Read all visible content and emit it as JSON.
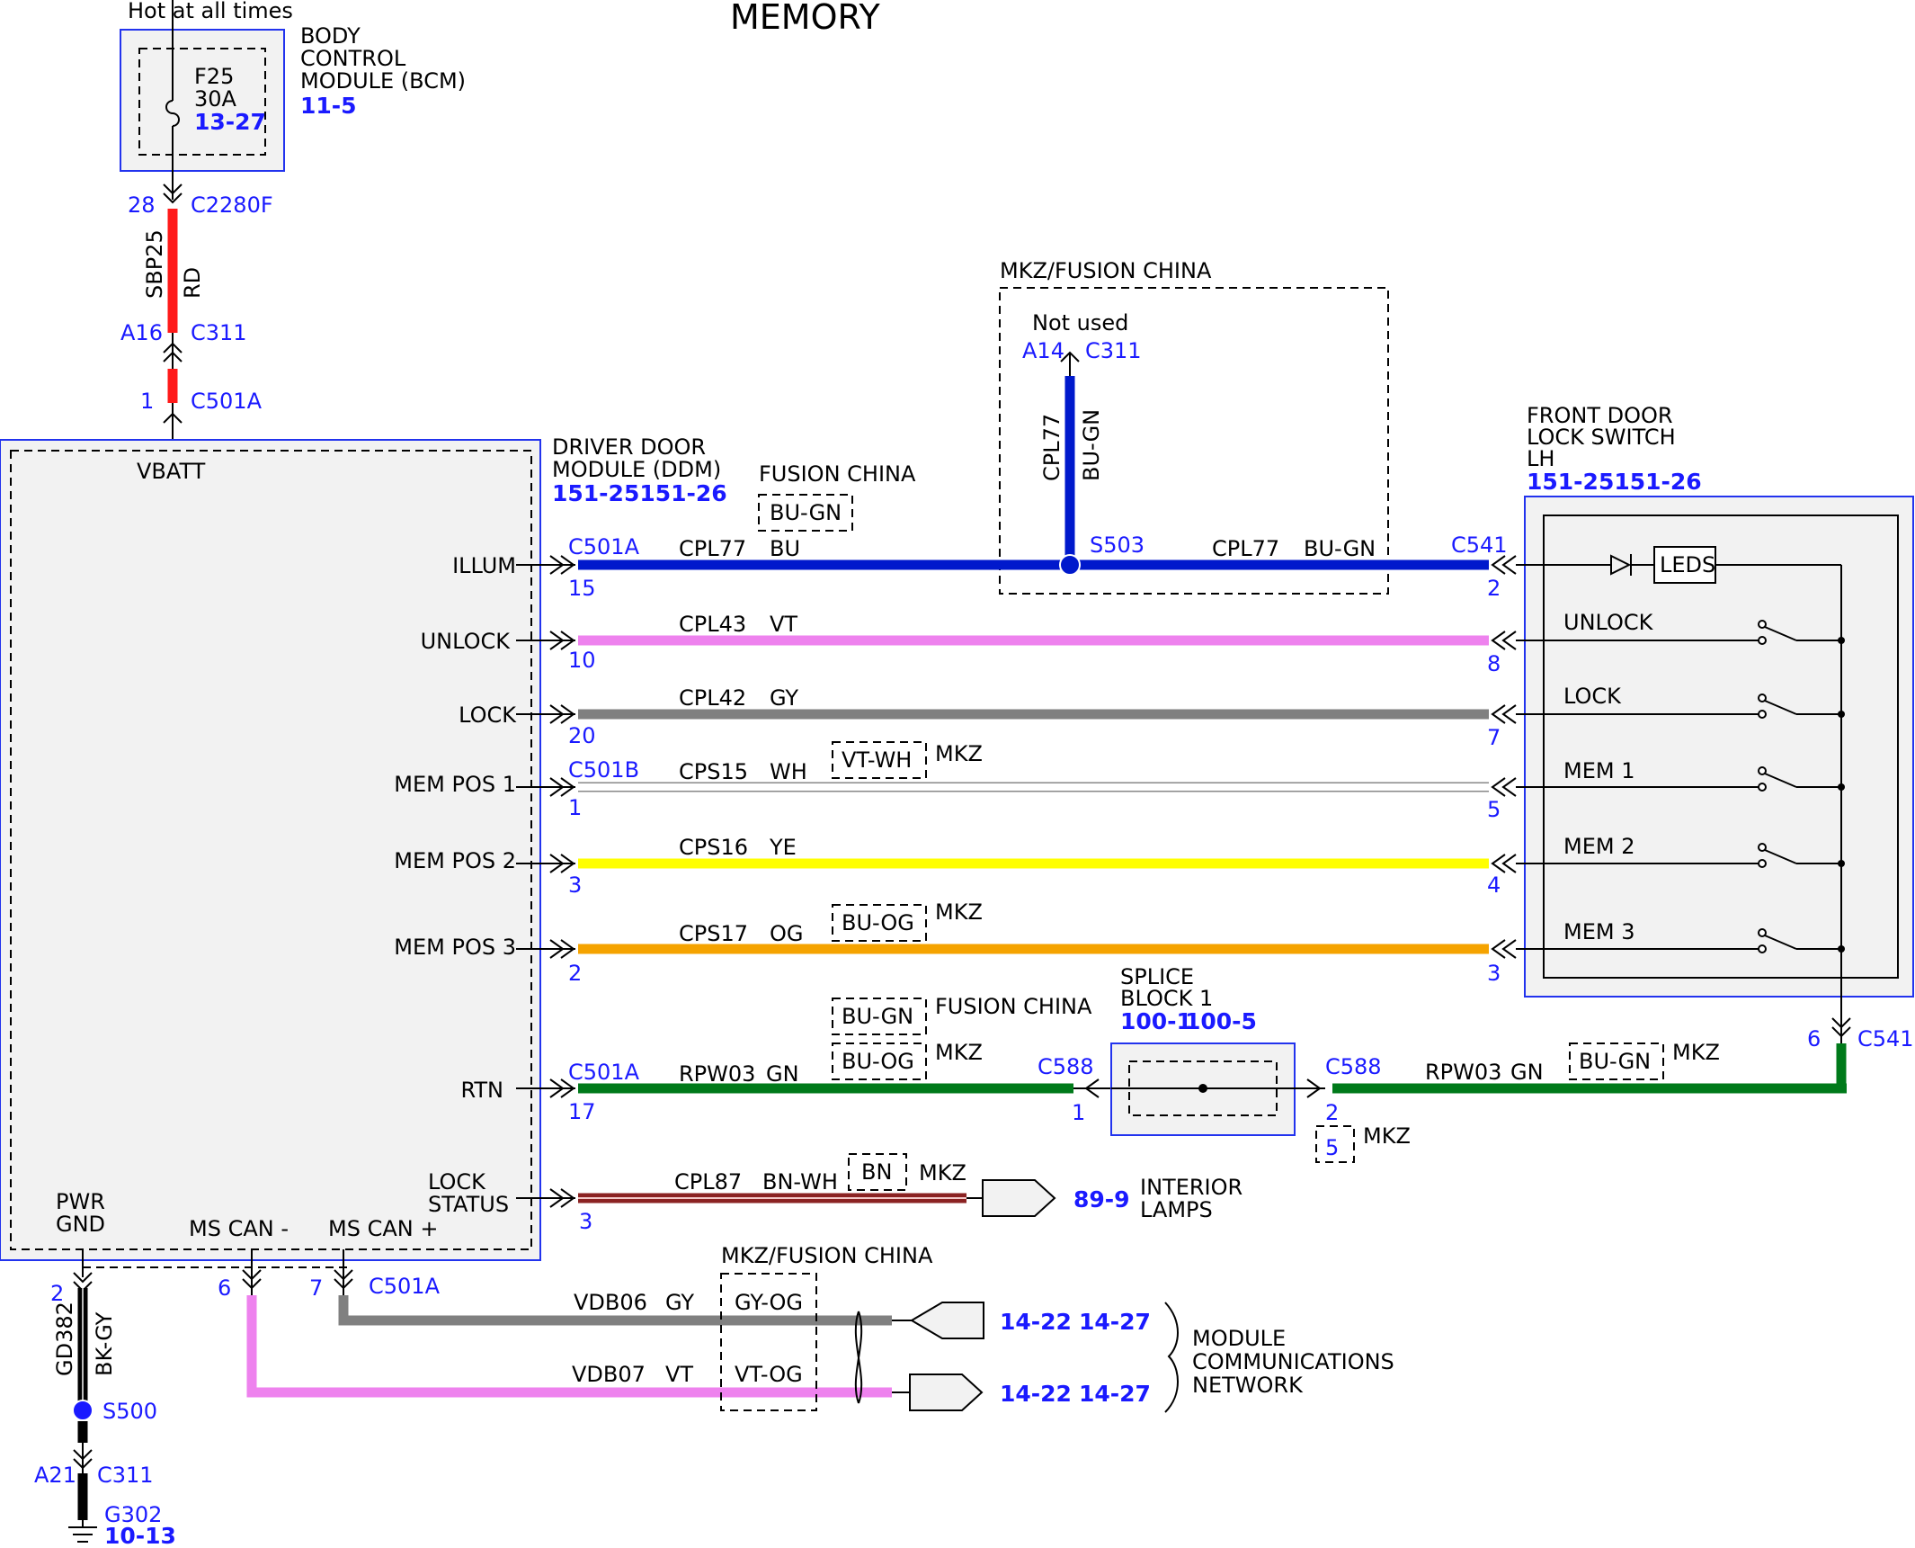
{
  "title": "MEMORY",
  "power_source": {
    "hot_label": "Hot at all times",
    "fuse": "F25",
    "fuse_rating": "30A",
    "fuse_ref": "13-27",
    "module_lines": [
      "BODY",
      "CONTROL",
      "MODULE (BCM)"
    ],
    "module_ref": "11-5"
  },
  "feed": {
    "pin_c2280f": "28",
    "conn_c2280f": "C2280F",
    "circuit": "SBP25",
    "color": "RD",
    "pin_c311": "A16",
    "conn_c311": "C311",
    "pin_c501a": "1",
    "conn_c501a": "C501A",
    "vbatt": "VBATT"
  },
  "ddm": {
    "name_lines": [
      "DRIVER DOOR",
      "MODULE (DDM)"
    ],
    "ref": "151-25151-26",
    "pins": [
      "ILLUM",
      "UNLOCK",
      "LOCK",
      "MEM POS 1",
      "MEM POS 2",
      "MEM POS 3",
      "RTN"
    ],
    "lock_status": [
      "LOCK",
      "STATUS"
    ],
    "pwr_gnd": [
      "PWR",
      "GND"
    ],
    "ms_can_minus": "MS CAN -",
    "ms_can_plus": "MS CAN +"
  },
  "variants": {
    "mkz_fusion_china": "MKZ/FUSION CHINA",
    "fusion_china": "FUSION CHINA",
    "mkz": "MKZ",
    "not_used": "Not used"
  },
  "illum_wire": {
    "conn_left": "C501A",
    "pin_left": "15",
    "circuit": "CPL77",
    "color": "BU",
    "alt_color": "BU-GN",
    "splice": "S503",
    "circuit_right": "CPL77",
    "color_right": "BU-GN",
    "conn_right": "C541",
    "pin_right": "2",
    "branch_pin": "A14",
    "branch_conn": "C311",
    "branch_circuit": "CPL77",
    "branch_color": "BU-GN"
  },
  "wires": [
    {
      "circuit": "CPL43",
      "color": "VT",
      "pin_left": "10",
      "pin_right": "8",
      "stroke": "#ee82ee"
    },
    {
      "circuit": "CPL42",
      "color": "GY",
      "pin_left": "20",
      "pin_right": "7",
      "stroke": "#808080"
    },
    {
      "circuit": "CPS15",
      "color": "WH",
      "pin_left": "1",
      "pin_right": "5",
      "stroke": "#ffffff",
      "conn_left": "C501B",
      "alt": "VT-WH"
    },
    {
      "circuit": "CPS16",
      "color": "YE",
      "pin_left": "3",
      "pin_right": "4",
      "stroke": "#ffff00"
    },
    {
      "circuit": "CPS17",
      "color": "OG",
      "pin_left": "2",
      "pin_right": "3",
      "stroke": "#f5a300",
      "alt": "BU-OG"
    }
  ],
  "rtn_wire": {
    "conn_left": "C501A",
    "pin_left": "17",
    "circuit": "RPW03",
    "color": "GN",
    "alt1": "BU-GN",
    "alt2": "BU-OG",
    "conn_mid_left": "C588",
    "pin_mid_left": "1",
    "conn_mid_right": "C588",
    "pin_mid_right": "2",
    "pin_mkz": "5",
    "circuit_right": "RPW03",
    "color_right": "GN",
    "alt_right": "BU-GN",
    "conn_right": "C541",
    "pin_right": "6"
  },
  "splice_block": {
    "lines": [
      "SPLICE",
      "BLOCK 1"
    ],
    "ref1": "100-1",
    "ref2": "100-5"
  },
  "lock_status_wire": {
    "pin": "3",
    "circuit": "CPL87",
    "color": "BN-WH",
    "alt": "BN",
    "ref": "89-9",
    "dest_lines": [
      "INTERIOR",
      "LAMPS"
    ]
  },
  "switch": {
    "name_lines": [
      "FRONT DOOR",
      "LOCK SWITCH",
      "LH"
    ],
    "ref": "151-25151-26",
    "leds": "LEDS",
    "positions": [
      "UNLOCK",
      "LOCK",
      "MEM 1",
      "MEM 2",
      "MEM 3"
    ]
  },
  "ground": {
    "pin": "2",
    "circuit": "GD382",
    "color": "BK-GY",
    "splice": "S500",
    "pin_c311": "A21",
    "conn_c311": "C311",
    "ground_id": "G302",
    "ground_ref": "10-13"
  },
  "can": {
    "pin_minus": "6",
    "pin_plus": "7",
    "conn": "C501A",
    "hs_label": "MKZ/FUSION CHINA",
    "wire1": {
      "circuit": "VDB06",
      "color": "GY",
      "alt": "GY-OG"
    },
    "wire2": {
      "circuit": "VDB07",
      "color": "VT",
      "alt": "VT-OG"
    },
    "ref1": "14-22",
    "ref2": "14-27",
    "network_lines": [
      "MODULE",
      "COMMUNICATIONS",
      "NETWORK"
    ]
  },
  "colors": {
    "blue_wire": "#0019cc",
    "red_wire": "#ff1a1a",
    "green_wire": "#007a1a",
    "violet_wire": "#ee82ee",
    "gray_wire": "#808080",
    "yellow_wire": "#ffff00",
    "orange_wire": "#f5a300",
    "brown_wire": "#8b2222",
    "label_blue": "#1a1aff",
    "module_fill": "#f2f2f2"
  }
}
